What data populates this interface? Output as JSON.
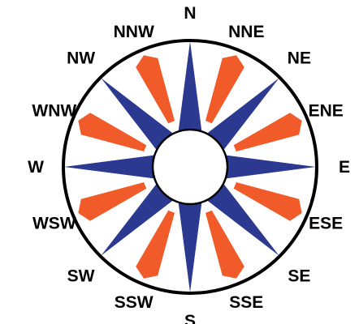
{
  "colors": {
    "cardinal_point": "#2b3990",
    "secondary_point": "#f15a29",
    "ring": "#000000",
    "background": "#ffffff"
  },
  "directions": [
    {
      "label": "N",
      "kind": "primary"
    },
    {
      "label": "NNE",
      "kind": "secondary"
    },
    {
      "label": "NE",
      "kind": "primary"
    },
    {
      "label": "ENE",
      "kind": "secondary"
    },
    {
      "label": "E",
      "kind": "primary"
    },
    {
      "label": "ESE",
      "kind": "secondary"
    },
    {
      "label": "SE",
      "kind": "primary"
    },
    {
      "label": "SSE",
      "kind": "secondary"
    },
    {
      "label": "S",
      "kind": "primary"
    },
    {
      "label": "SSW",
      "kind": "secondary"
    },
    {
      "label": "SW",
      "kind": "primary"
    },
    {
      "label": "WSW",
      "kind": "secondary"
    },
    {
      "label": "W",
      "kind": "primary"
    },
    {
      "label": "WNW",
      "kind": "secondary"
    },
    {
      "label": "NW",
      "kind": "primary"
    },
    {
      "label": "NNW",
      "kind": "secondary"
    }
  ]
}
